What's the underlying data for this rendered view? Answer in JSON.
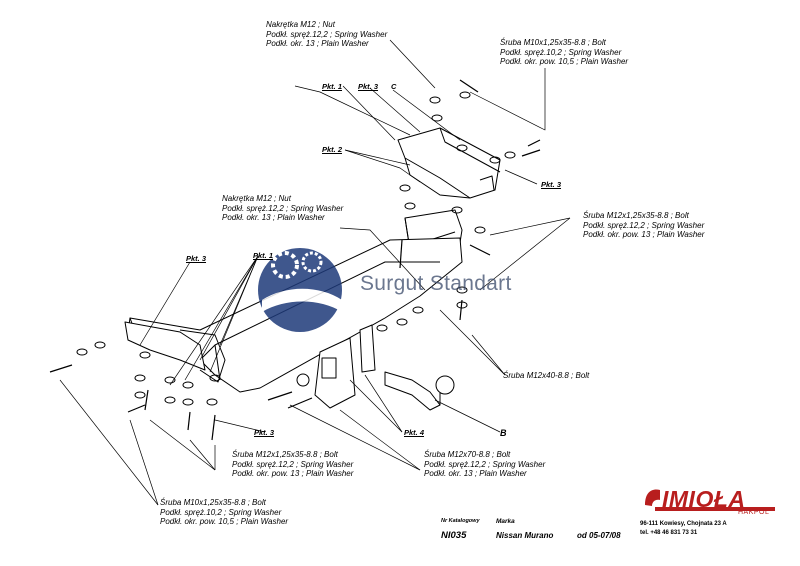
{
  "labels": {
    "top_nut": [
      "Nakrętka  M12 ; Nut",
      "Podkł. spręż.12,2 ; Spring Washer",
      "Podkł. okr. 13 ; Plain Washer"
    ],
    "top_bolt": [
      "Śruba M10x1,25x35-8.8 ;  Bolt",
      "Podkł. spręż.10,2 ; Spring Washer",
      "Podkł. okr. pow. 10,5 ; Plain Washer"
    ],
    "mid_nut": [
      "Nakrętka  M12 ; Nut",
      "Podkł. spręż.12,2 ; Spring Washer",
      "Podkł. okr. 13 ; Plain Washer"
    ],
    "right_bolt": [
      "Śruba M12x1,25x35-8.8 ;  Bolt",
      "Podkł. spręż.12,2 ; Spring Washer",
      "Podkł. okr. pow. 13 ; Plain Washer"
    ],
    "m12x40": "Śruba M12x40-8.8 ;  Bolt",
    "bottom_m12x35": [
      "Śruba M12x1,25x35-8.8 ;  Bolt",
      "Podkł. spręż.12,2 ; Spring Washer",
      "Podkł. okr. pow. 13 ; Plain Washer"
    ],
    "bottom_m12x70": [
      "Śruba M12x70-8.8 ;  Bolt",
      "Podkł. spręż.12,2 ; Spring Washer",
      "Podkł. okr. 13 ; Plain Washer"
    ],
    "bottom_m10": [
      "Śruba M10x1,25x35-8.8 ;  Bolt",
      "Podkł. spręż.10,2 ; Spring Washer",
      "Podkł. okr. pow. 10,5 ; Plain Washer"
    ]
  },
  "points": {
    "pkt1_top": "Pkt. 1",
    "pkt3_top": "Pkt. 3",
    "c": "C",
    "pkt2": "Pkt. 2",
    "pkt3_right": "Pkt. 3",
    "pkt3_left": "Pkt. 3",
    "pkt1_left": "Pkt. 1",
    "pkt3_bottom": "Pkt. 3",
    "pkt4": "Pkt. 4",
    "b": "B"
  },
  "watermark": "Surgut Standart",
  "brand": {
    "name": "IMIOŁA",
    "sub": "HAKPOL",
    "color": "#b81e1e"
  },
  "address": [
    "96-111 Kowiesy, Chojnata 23 A",
    "tel. +48 46 831 73 31"
  ],
  "catalog": {
    "nr_header": "Nr Katalogowy",
    "nr_value": "NI035",
    "marka_header": "Marka",
    "model_value": "Nissan Murano",
    "years_value": "od 05-07/08"
  }
}
